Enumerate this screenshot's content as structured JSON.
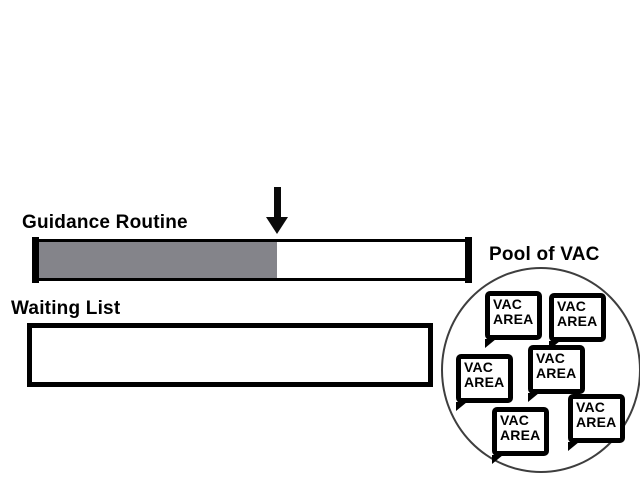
{
  "guidance": {
    "label": "Guidance Routine",
    "progress_percent": 54,
    "fill_color": "#84848a"
  },
  "waiting_list": {
    "label": "Waiting List"
  },
  "pool": {
    "label": "Pool of VAC",
    "areas": [
      {
        "line1": "VAC",
        "line2": "AREA"
      },
      {
        "line1": "VAC",
        "line2": "AREA"
      },
      {
        "line1": "VAC",
        "line2": "AREA"
      },
      {
        "line1": "VAC",
        "line2": "AREA"
      },
      {
        "line1": "VAC",
        "line2": "AREA"
      },
      {
        "line1": "VAC",
        "line2": "AREA"
      }
    ]
  }
}
